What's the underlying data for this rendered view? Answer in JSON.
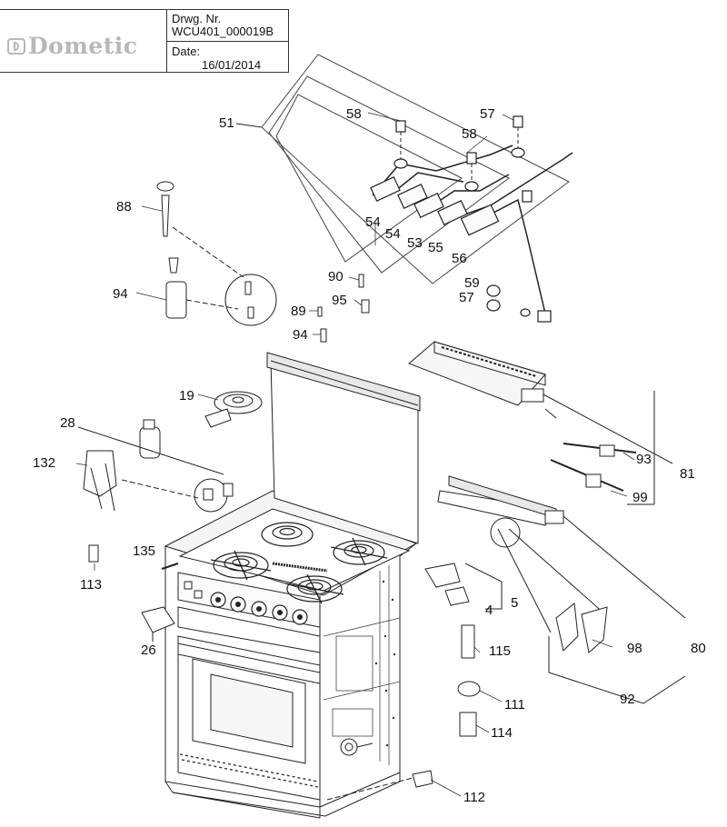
{
  "title_block": {
    "brand": "Dometic",
    "drawing_label": "Drwg. Nr.",
    "drawing_number": "WCU401_000019B",
    "date_label": "Date:",
    "date_value": "16/01/2014"
  },
  "callouts": [
    {
      "id": "c51",
      "text": "51"
    },
    {
      "id": "c58a",
      "text": "58"
    },
    {
      "id": "c58b",
      "text": "58"
    },
    {
      "id": "c57a",
      "text": "57"
    },
    {
      "id": "c54a",
      "text": "54"
    },
    {
      "id": "c54b",
      "text": "54"
    },
    {
      "id": "c53",
      "text": "53"
    },
    {
      "id": "c55",
      "text": "55"
    },
    {
      "id": "c56",
      "text": "56"
    },
    {
      "id": "c59",
      "text": "59"
    },
    {
      "id": "c57b",
      "text": "57"
    },
    {
      "id": "c88",
      "text": "88"
    },
    {
      "id": "c94a",
      "text": "94"
    },
    {
      "id": "c90",
      "text": "90"
    },
    {
      "id": "c95",
      "text": "95"
    },
    {
      "id": "c89",
      "text": "89"
    },
    {
      "id": "c94b",
      "text": "94"
    },
    {
      "id": "c19",
      "text": "19"
    },
    {
      "id": "c28",
      "text": "28"
    },
    {
      "id": "c132",
      "text": "132"
    },
    {
      "id": "c93",
      "text": "93"
    },
    {
      "id": "c81",
      "text": "81"
    },
    {
      "id": "c99",
      "text": "99"
    },
    {
      "id": "c135",
      "text": "135"
    },
    {
      "id": "c113",
      "text": "113"
    },
    {
      "id": "c5",
      "text": "5"
    },
    {
      "id": "c4",
      "text": "4"
    },
    {
      "id": "c26",
      "text": "26"
    },
    {
      "id": "c98",
      "text": "98"
    },
    {
      "id": "c80",
      "text": "80"
    },
    {
      "id": "c115",
      "text": "115"
    },
    {
      "id": "c111",
      "text": "111"
    },
    {
      "id": "c92",
      "text": "92"
    },
    {
      "id": "c114",
      "text": "114"
    },
    {
      "id": "c112",
      "text": "112"
    }
  ]
}
